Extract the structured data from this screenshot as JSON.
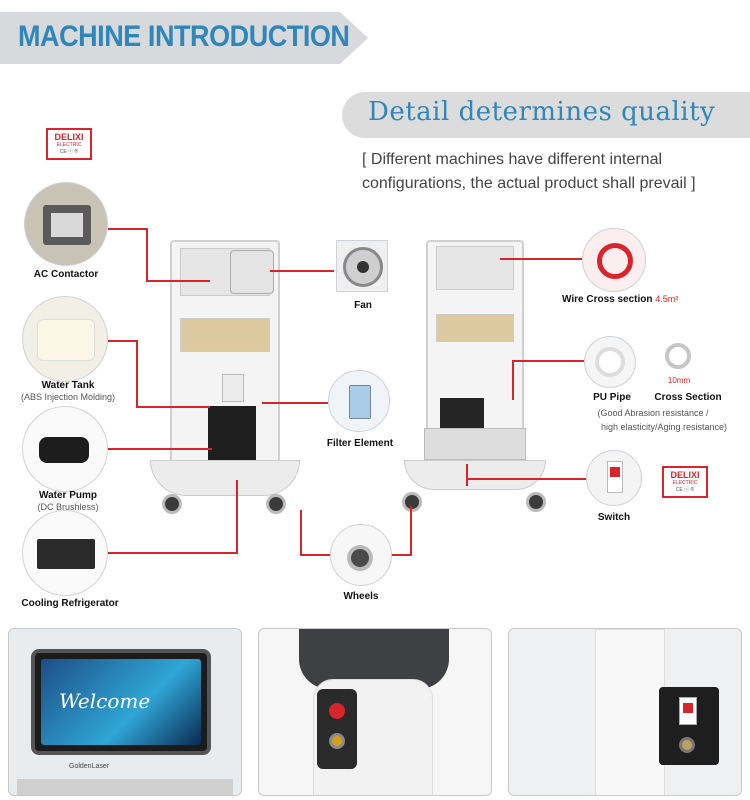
{
  "header": {
    "title": "MACHINE INTRODUCTION"
  },
  "quality": {
    "title": "Detail determines quality",
    "note": "[ Different machines have different internal configurations, the actual product shall prevail ]"
  },
  "components": {
    "ac_contactor": {
      "label": "AC Contactor"
    },
    "water_tank": {
      "label": "Water Tank",
      "sub": "(ABS Injection Molding)"
    },
    "water_pump": {
      "label": "Water Pump",
      "sub": "(DC Brushless)"
    },
    "cooling": {
      "label": "Cooling Refrigerator"
    },
    "fan": {
      "label": "Fan"
    },
    "filter": {
      "label": "Filter Element"
    },
    "wheels": {
      "label": "Wheels"
    },
    "wire": {
      "label": "Wire Cross section",
      "value": "4.5m²"
    },
    "pu_pipe": {
      "label": "PU Pipe"
    },
    "cross_section": {
      "label": "Cross Section",
      "size": "10mm"
    },
    "pipe_note_1": "(Good Abrasion resistance /",
    "pipe_note_2": "high elasticity/Aging resistance)",
    "switch": {
      "label": "Switch"
    }
  },
  "badge": {
    "brand": "DELIXI",
    "line2": "ELECTRIC",
    "line3": "CE ⓒ ®"
  },
  "screen": {
    "welcome": "Welcome",
    "brand": "GoldenLaser"
  },
  "colors": {
    "accent": "#2f86b9",
    "line": "#d8242a",
    "banner": "#d7d9dc"
  }
}
